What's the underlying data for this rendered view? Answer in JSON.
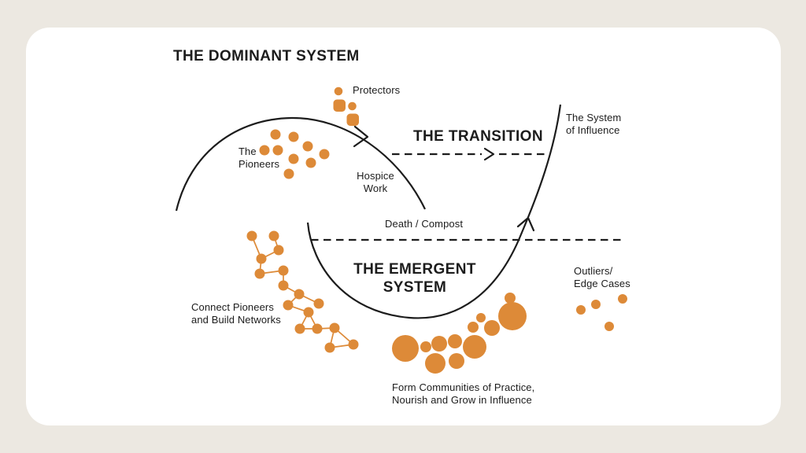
{
  "colors": {
    "page_bg": "#ECE8E1",
    "card_bg": "#FFFFFF",
    "ink": "#1C1C1C",
    "accent": "#DD8A38"
  },
  "headings": {
    "dominant": "THE DOMINANT SYSTEM",
    "transition": "THE TRANSITION",
    "emergent_line1": "THE EMERGENT",
    "emergent_line2": "SYSTEM"
  },
  "labels": {
    "protectors": "Protectors",
    "pioneers_line1": "The",
    "pioneers_line2": "Pioneers",
    "hospice_line1": "Hospice",
    "hospice_line2": "Work",
    "system_of_influence_line1": "The System",
    "system_of_influence_line2": "of Influence",
    "death_compost": "Death / Compost",
    "outliers_line1": "Outliers/",
    "outliers_line2": "Edge Cases",
    "connect_line1": "Connect Pioneers",
    "connect_line2": "and Build Networks",
    "communities_line1": "Form Communities of Practice,",
    "communities_line2": "Nourish and Grow in Influence"
  },
  "icons": {
    "protector_icon": "person-figure",
    "dominant_arrow": "chevron-along-curve",
    "transition_arrow": "dashed-arrow-right",
    "emergent_arrow": "chevron-along-curve"
  }
}
